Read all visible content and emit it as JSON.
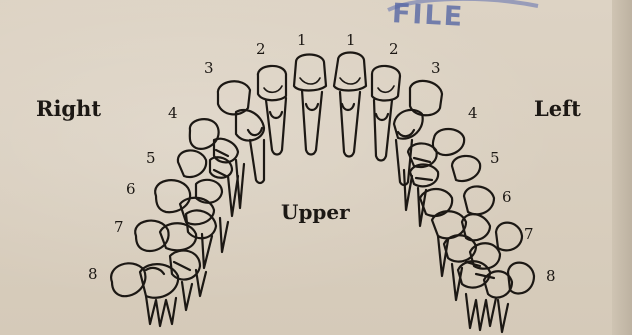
{
  "stamp": "FILE",
  "labels": {
    "right": "Right",
    "left": "Left",
    "center": "Upper"
  },
  "tooth_numbers": {
    "right": [
      "1",
      "2",
      "3",
      "4",
      "5",
      "6",
      "7",
      "8"
    ],
    "left": [
      "1",
      "2",
      "3",
      "4",
      "5",
      "6",
      "7",
      "8"
    ]
  }
}
